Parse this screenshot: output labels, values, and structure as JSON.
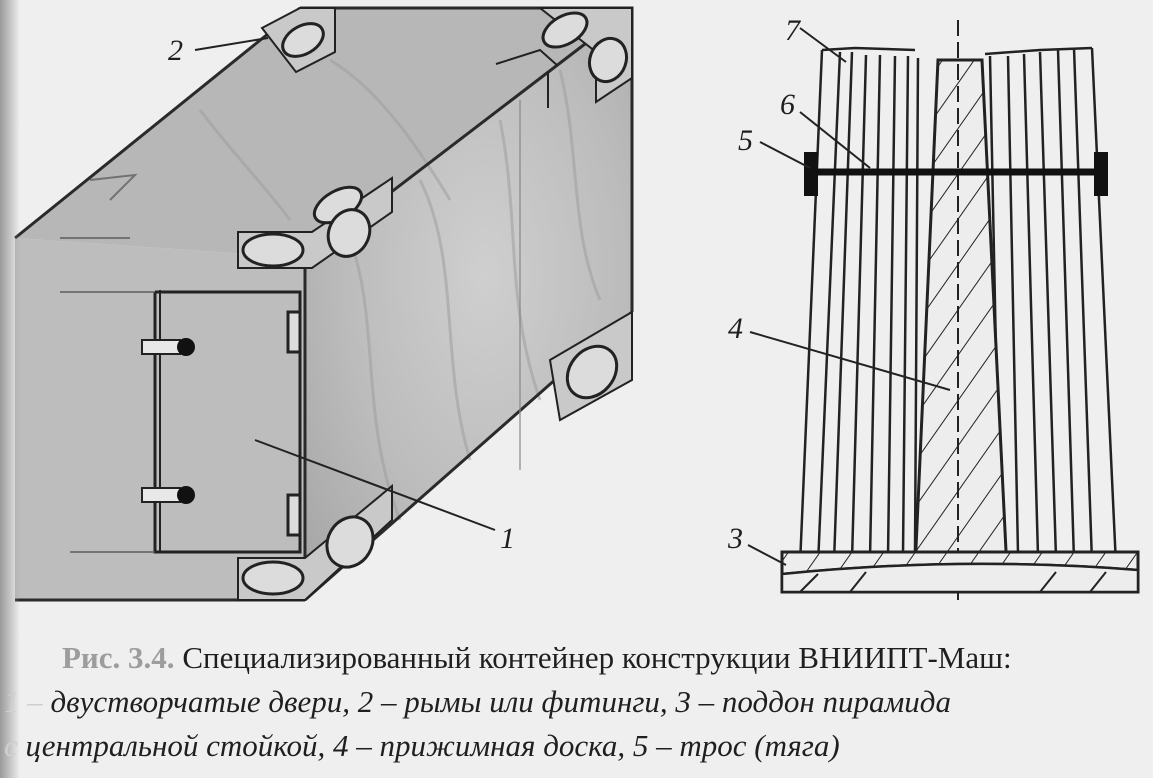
{
  "labels": {
    "one": "1",
    "two": "2",
    "three": "3",
    "four": "4",
    "five": "5",
    "six": "6",
    "seven": "7"
  },
  "caption": {
    "prefix": "Рис. 3.4.",
    "title": "Специализированный контейнер конструкции ВНИИПТ-Маш:",
    "line2_faint": "1 –",
    "line2_text": "двустворчатые двери, 2 – рымы или фитинги, 3 – поддон пирамида",
    "line3_faint": "с",
    "line3_text": "центральной стойкой, 4 – прижимная доска, 5 – трос (тяга)"
  }
}
